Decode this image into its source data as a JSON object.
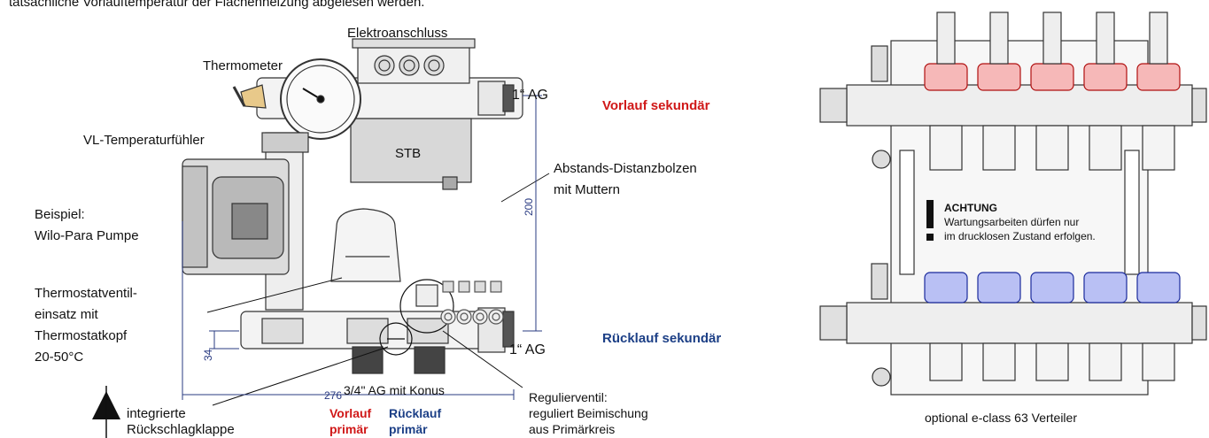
{
  "intro_text": "tatsächliche Vorlauftemperatur der Flächenheizung abgelesen werden.",
  "left_diagram": {
    "labels": {
      "elektroanschluss": "Elektroanschluss",
      "thermometer": "Thermometer",
      "ag_top": "1“ AG",
      "vl_temperaturfuehler": "VL-Temperaturfühler",
      "stb": "STB",
      "abstands_line1": "Abstands-Distanzbolzen",
      "abstands_line2": "mit Muttern",
      "beispiel_line1": "Beispiel:",
      "beispiel_line2": "Wilo-Para Pumpe",
      "thermostat_line1": "Thermostatventil-",
      "thermostat_line2": "einsatz mit",
      "thermostat_line3": "Thermostatkopf",
      "thermostat_line4": "20-50°C",
      "ag_bottom": "1“ AG",
      "konus": "3/4\" AG mit Konus",
      "rueckschlag_line1": "integrierte",
      "rueckschlag_line2": "Rückschlagklappe",
      "regulier_line1": "Regulierventil:",
      "regulier_line2": "reguliert Beimischung",
      "regulier_line3": "aus Primärkreis",
      "vorlauf_primaer_1": "Vorlauf",
      "vorlauf_primaer_2": "primär",
      "ruecklauf_primaer_1": "Rücklauf",
      "ruecklauf_primaer_2": "primär",
      "vorlauf_sekundaer": "Vorlauf sekundär",
      "ruecklauf_sekundaer": "Rücklauf sekundär"
    },
    "dimensions": {
      "height": "200",
      "offset": "34",
      "width": "276"
    }
  },
  "right_diagram": {
    "warning_title": "ACHTUNG",
    "warning_line1": "Wartungsarbeiten  dürfen nur",
    "warning_line2": "im drucklosen Zustand  erfolgen.",
    "caption": "optional e-class 63 Verteiler"
  },
  "colors": {
    "vorlauf": "#d01818",
    "ruecklauf": "#1c3f86",
    "dimension": "#2a3b82",
    "red_cap": "#e02020",
    "blue_cap": "#2a36c8"
  }
}
